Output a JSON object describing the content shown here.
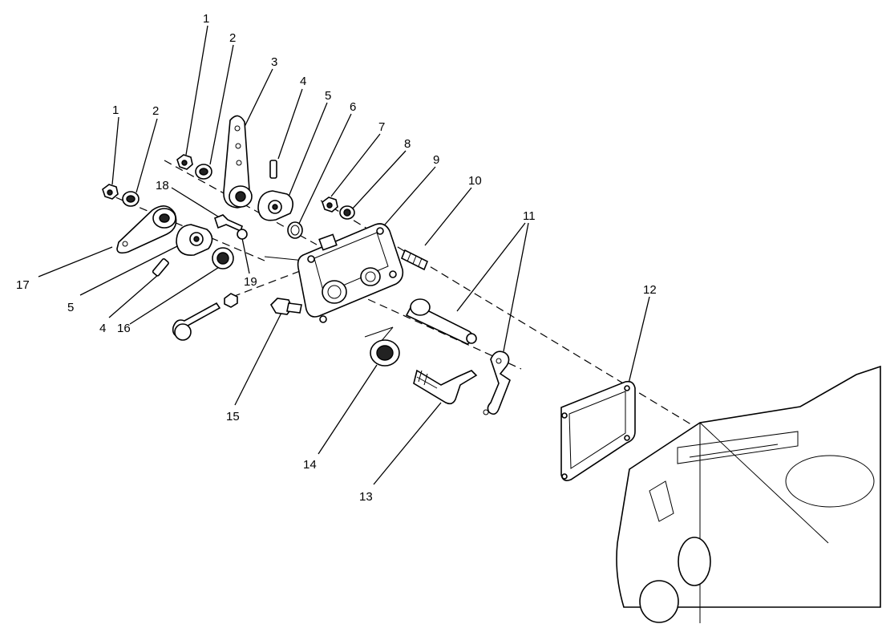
{
  "diagram": {
    "callouts": [
      {
        "id": "c1a",
        "text": "1"
      },
      {
        "id": "c2a",
        "text": "2"
      },
      {
        "id": "c3",
        "text": "3"
      },
      {
        "id": "c4a",
        "text": "4"
      },
      {
        "id": "c5a",
        "text": "5"
      },
      {
        "id": "c6",
        "text": "6"
      },
      {
        "id": "c7",
        "text": "7"
      },
      {
        "id": "c8",
        "text": "8"
      },
      {
        "id": "c9",
        "text": "9"
      },
      {
        "id": "c10",
        "text": "10"
      },
      {
        "id": "c11",
        "text": "11"
      },
      {
        "id": "c12",
        "text": "12"
      },
      {
        "id": "c1b",
        "text": "1"
      },
      {
        "id": "c2b",
        "text": "2"
      },
      {
        "id": "c18",
        "text": "18"
      },
      {
        "id": "c17",
        "text": "17"
      },
      {
        "id": "c19",
        "text": "19"
      },
      {
        "id": "c5b",
        "text": "5"
      },
      {
        "id": "c4b",
        "text": "4"
      },
      {
        "id": "c16",
        "text": "16"
      },
      {
        "id": "c15",
        "text": "15"
      },
      {
        "id": "c14",
        "text": "14"
      },
      {
        "id": "c13",
        "text": "13"
      }
    ]
  }
}
